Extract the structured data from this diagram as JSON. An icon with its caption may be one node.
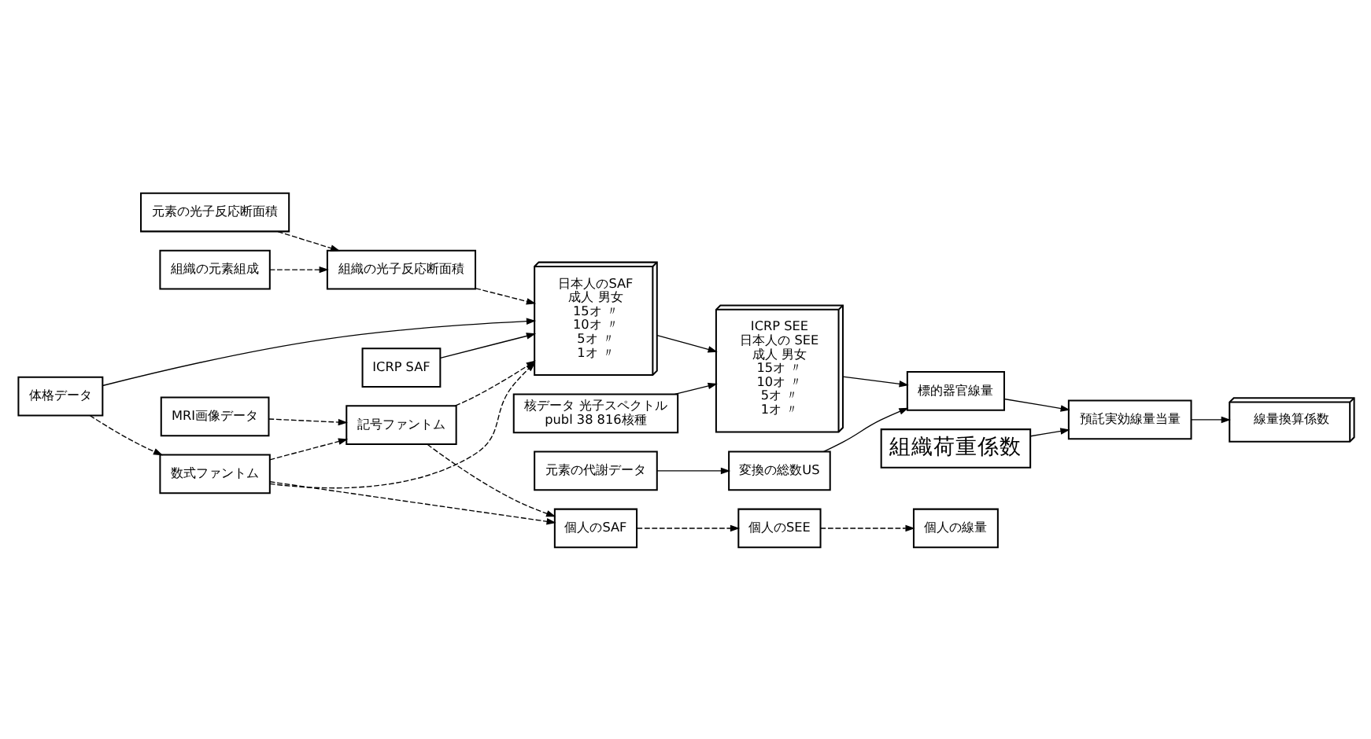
{
  "diagram": {
    "nodes": [
      {
        "text": [
          "元素の代謝データ"
        ]
      },
      {
        "text": [
          "変換の総数US"
        ]
      },
      {
        "text": [
          "組織荷重係数"
        ]
      },
      {
        "text": [
          "標的器官線量"
        ]
      },
      {
        "text": [
          "核データ 光子スペクトル",
          "publ 38 816核種"
        ]
      },
      {
        "text": [
          "ICRP SAF"
        ]
      },
      {
        "text": [
          "ICRP SEE",
          "日本人の SEE",
          "成人 男女",
          "15オ 〃",
          "10オ 〃",
          "5オ 〃",
          "1オ 〃"
        ]
      },
      {
        "text": [
          "預託実効線量当量"
        ]
      },
      {
        "text": [
          "体格データ"
        ]
      },
      {
        "text": [
          "日本人のSAF",
          "成人 男女",
          "15オ 〃",
          "10オ 〃",
          "5オ 〃",
          "1オ 〃"
        ]
      },
      {
        "text": [
          "元素の光子反応断面積"
        ]
      },
      {
        "text": [
          "数式ファントム"
        ]
      },
      {
        "text": [
          "線量換算係数"
        ]
      },
      {
        "text": [
          "組織の光子反応断面積"
        ]
      },
      {
        "text": [
          "組織の元素組成"
        ]
      },
      {
        "text": [
          "記号ファントム"
        ]
      },
      {
        "text": [
          "個人のSAF"
        ]
      },
      {
        "text": [
          "個人のSEE"
        ]
      },
      {
        "text": [
          "個人の線量"
        ]
      },
      {
        "text": [
          "MRI画像データ"
        ]
      }
    ],
    "edges": [
      {
        "from": 0,
        "to": 1,
        "arrow": "to"
      },
      {
        "from": 1,
        "to": 3,
        "arrow": "to"
      },
      {
        "from": 6,
        "to": 3,
        "arrow": "to"
      },
      {
        "from": 2,
        "to": 7,
        "arrow": "to"
      },
      {
        "from": 3,
        "to": 7,
        "arrow": "to"
      },
      {
        "from": 4,
        "to": 6,
        "arrow": "to"
      },
      {
        "from": 9,
        "to": 6,
        "arrow": "to"
      },
      {
        "from": 5,
        "to": 9,
        "arrow": "to"
      },
      {
        "from": 8,
        "to": 9,
        "arrow": "to"
      },
      {
        "from": 8,
        "to": 11,
        "arrow": "to",
        "style": "dashed"
      },
      {
        "from": 10,
        "to": 13,
        "arrow": "to",
        "style": "dashed"
      },
      {
        "from": 14,
        "to": 13,
        "arrow": "to",
        "style": "dashed"
      },
      {
        "from": 11,
        "to": 15,
        "arrow": "to",
        "style": "dashed"
      },
      {
        "from": 19,
        "to": 15,
        "arrow": "to",
        "style": "dashed"
      },
      {
        "from": 11,
        "to": 9,
        "arrow": "to",
        "style": "dashed"
      },
      {
        "from": 13,
        "to": 9,
        "arrow": "to",
        "style": "dashed"
      },
      {
        "from": 15,
        "to": 9,
        "arrow": "to",
        "style": "dashed"
      },
      {
        "from": 11,
        "to": 16,
        "arrow": "to",
        "style": "dashed"
      },
      {
        "from": 15,
        "to": 16,
        "arrow": "to",
        "style": "dashed"
      },
      {
        "from": 16,
        "to": 17,
        "arrow": "to",
        "style": "dashed"
      },
      {
        "from": 17,
        "to": 18,
        "arrow": "to",
        "style": "dashed"
      },
      {
        "from": 7,
        "to": 12,
        "arrow": "to"
      }
    ]
  }
}
